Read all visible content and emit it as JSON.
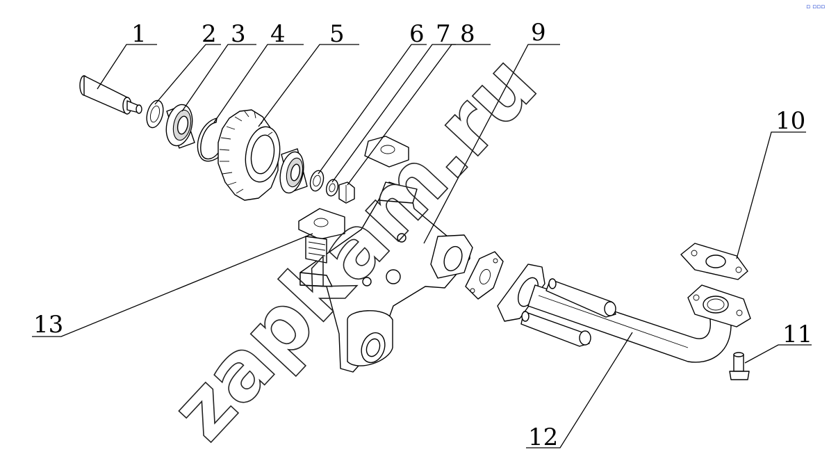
{
  "callouts": [
    "1",
    "2",
    "3",
    "4",
    "5",
    "6",
    "7",
    "8",
    "9",
    "10",
    "11",
    "12",
    "13"
  ],
  "watermark": "zapkam.ru",
  "corner_mark": "▫ ▫▫▫",
  "colors": {
    "ink": "#000000",
    "background": "#ffffff",
    "corner_mark": "#1a3fd0"
  }
}
